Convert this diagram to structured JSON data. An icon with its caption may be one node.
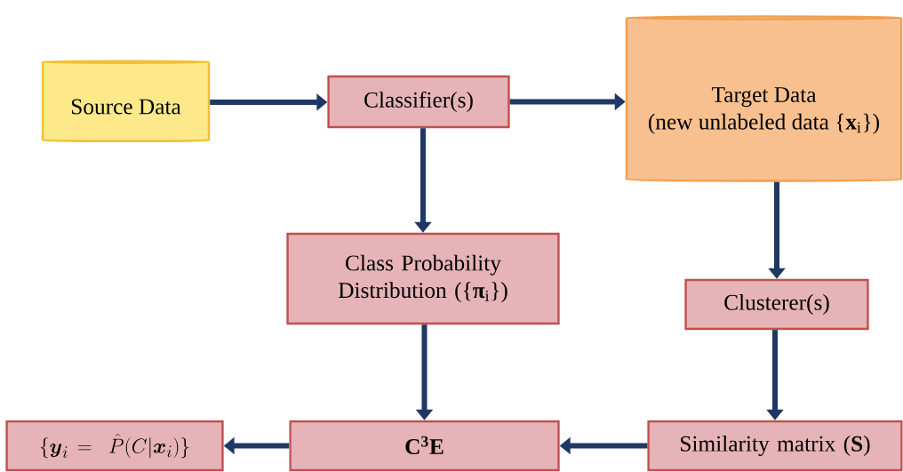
{
  "diagram": {
    "nodes": [
      {
        "text": [
          "Source Data"
        ]
      },
      {
        "text": [
          "Classifier(s)"
        ]
      },
      {
        "text": [
          "Target Data",
          "(new unlabeled data {**x**$_{i}$})"
        ]
      },
      {
        "text": [
          "Class Probability Distribution ({**π**$_{i}$})"
        ]
      },
      {
        "text": [
          "Clusterer(s)"
        ]
      },
      {
        "text": [
          "C$^{3}$E"
        ]
      },
      {
        "text": [
          "Similarity matrix (**S**)"
        ]
      },
      {
        "text": [
          "\\{\\boldsymbol{y}_i =\\ \\hat{P}(C|\\boldsymbol{x}_i)\\}"
        ]
      }
    ],
    "edges": [
      {
        "from": 0,
        "to": 1,
        "arrow": "to"
      },
      {
        "from": 1,
        "to": 2,
        "arrow": "to"
      },
      {
        "from": 1,
        "to": 3,
        "arrow": "to"
      },
      {
        "from": 2,
        "to": 4,
        "arrow": "to"
      },
      {
        "from": 3,
        "to": 5,
        "arrow": "to"
      },
      {
        "from": 4,
        "to": 6,
        "arrow": "to"
      },
      {
        "from": 6,
        "to": 5,
        "arrow": "to"
      },
      {
        "from": 5,
        "to": 7,
        "arrow": "to"
      }
    ]
  }
}
